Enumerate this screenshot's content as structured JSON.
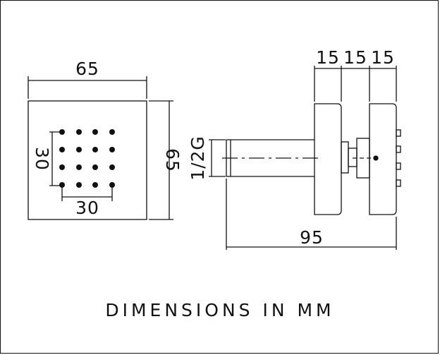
{
  "front_view": {
    "width_label": "65",
    "height_label": "65",
    "nozzle_vertical_label": "30",
    "nozzle_horizontal_label": "30"
  },
  "side_view": {
    "depth_labels": [
      "15",
      "15",
      "15"
    ],
    "thread_label": "1/2G",
    "overall_length_label": "95"
  },
  "caption": "DIMENSIONS IN MM",
  "colors": {
    "line": "#111111",
    "background": "#ffffff"
  }
}
